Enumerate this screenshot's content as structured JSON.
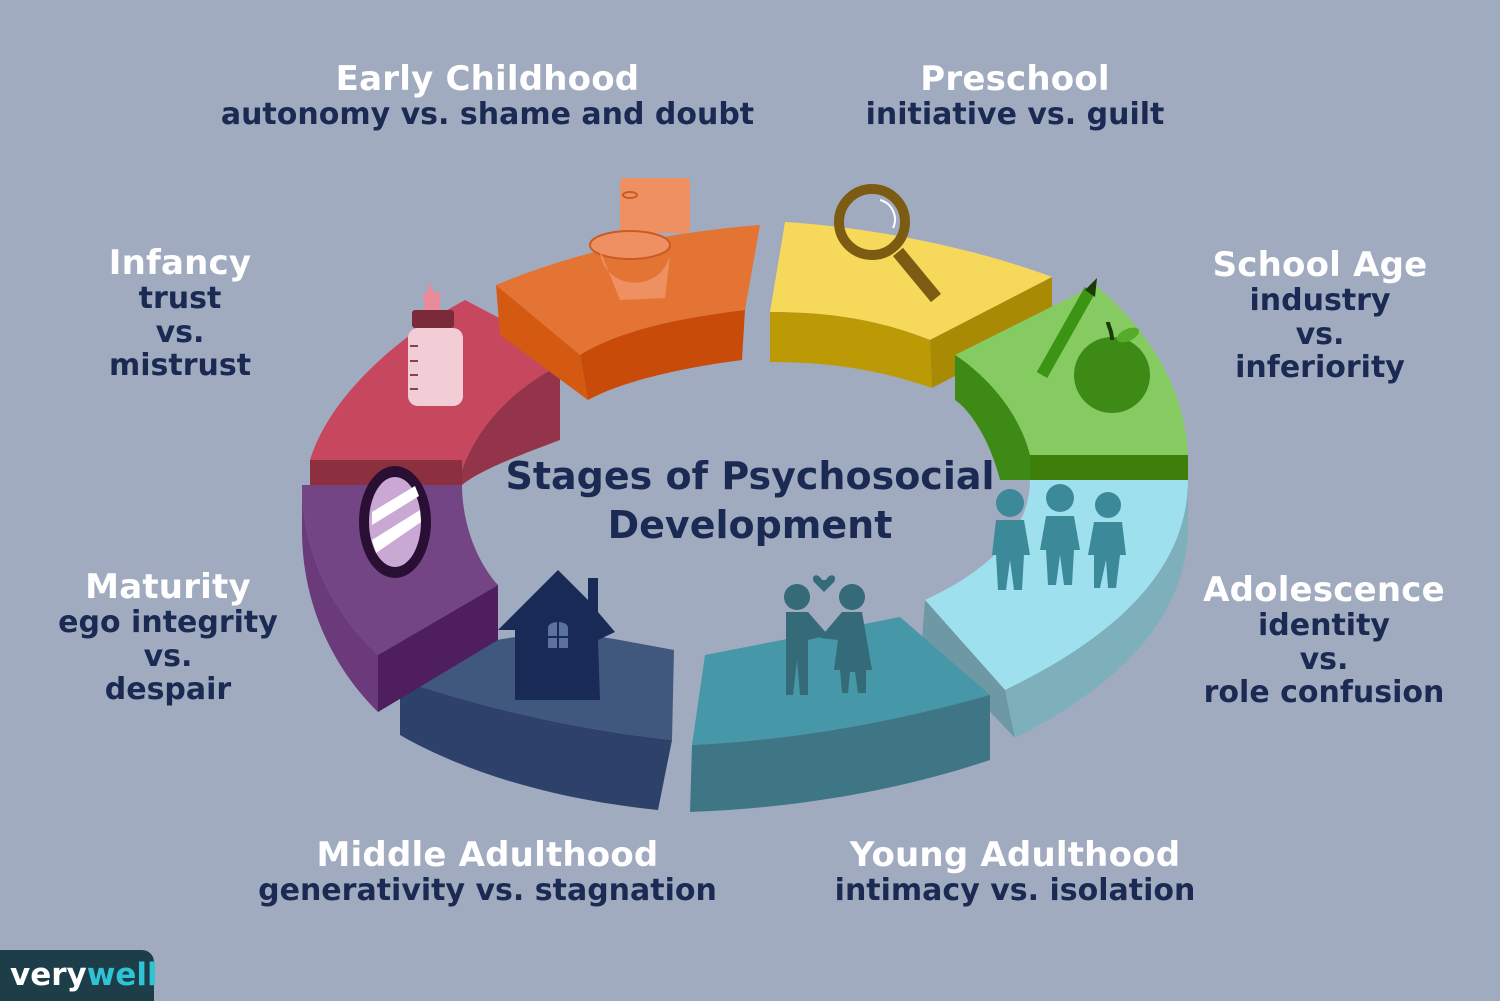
{
  "title": {
    "line1": "Stages of Psychosocial",
    "line2": "Development"
  },
  "stages": [
    {
      "name": "Infancy",
      "desc_lines": [
        "trust",
        "vs.",
        "mistrust"
      ],
      "icon": "baby-bottle-icon",
      "color": "#c7475e"
    },
    {
      "name": "Early Childhood",
      "desc_lines": [
        "autonomy vs. shame and doubt"
      ],
      "icon": "toilet-icon",
      "color": "#e26a2c"
    },
    {
      "name": "Preschool",
      "desc_lines": [
        "initiative vs. guilt"
      ],
      "icon": "magnifying-glass-icon",
      "color": "#f6d95b"
    },
    {
      "name": "School Age",
      "desc_lines": [
        "industry",
        "vs.",
        "inferiority"
      ],
      "icon": "pencil-apple-icon",
      "color": "#86cb62"
    },
    {
      "name": "Adolescence",
      "desc_lines": [
        "identity",
        "vs.",
        "role confusion"
      ],
      "icon": "group-of-people-icon",
      "color": "#9fe0ee"
    },
    {
      "name": "Young Adulthood",
      "desc_lines": [
        "intimacy vs. isolation"
      ],
      "icon": "couple-heart-icon",
      "color": "#4697a7"
    },
    {
      "name": "Middle Adulthood",
      "desc_lines": [
        "generativity vs. stagnation"
      ],
      "icon": "house-icon",
      "color": "#3f5a86"
    },
    {
      "name": "Maturity",
      "desc_lines": [
        "ego integrity",
        "vs.",
        "despair"
      ],
      "icon": "mirror-icon",
      "color": "#744585"
    }
  ],
  "brand": {
    "part1": "very",
    "part2": "well"
  },
  "colors": {
    "background": "#a1abc0",
    "label_name": "#ffffff",
    "label_desc": "#1b2a52"
  }
}
